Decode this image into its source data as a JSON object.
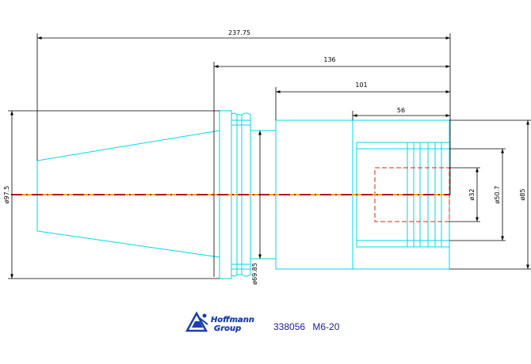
{
  "dimensions": {
    "overall_length": "237.75",
    "length_136": "136",
    "length_101": "101",
    "length_56": "56",
    "dia_taper": "ø97.5",
    "dia_neck": "ø69.85",
    "dia_bore": "ø32",
    "dia_collet": "ø50.7",
    "dia_nose": "ø85"
  },
  "logo": {
    "line1": "Hoffmann",
    "line2": "Group"
  },
  "caption": {
    "part_number": "338056",
    "size": "M6-20"
  },
  "colors": {
    "outline": "#00d7e6",
    "dimension": "#000000",
    "hidden": "#e0261a",
    "centerline_red": "#b4161b",
    "centerline_yellow": "#f0b000",
    "logo": "#1a3fb0",
    "caption": "#1a1aa8"
  }
}
